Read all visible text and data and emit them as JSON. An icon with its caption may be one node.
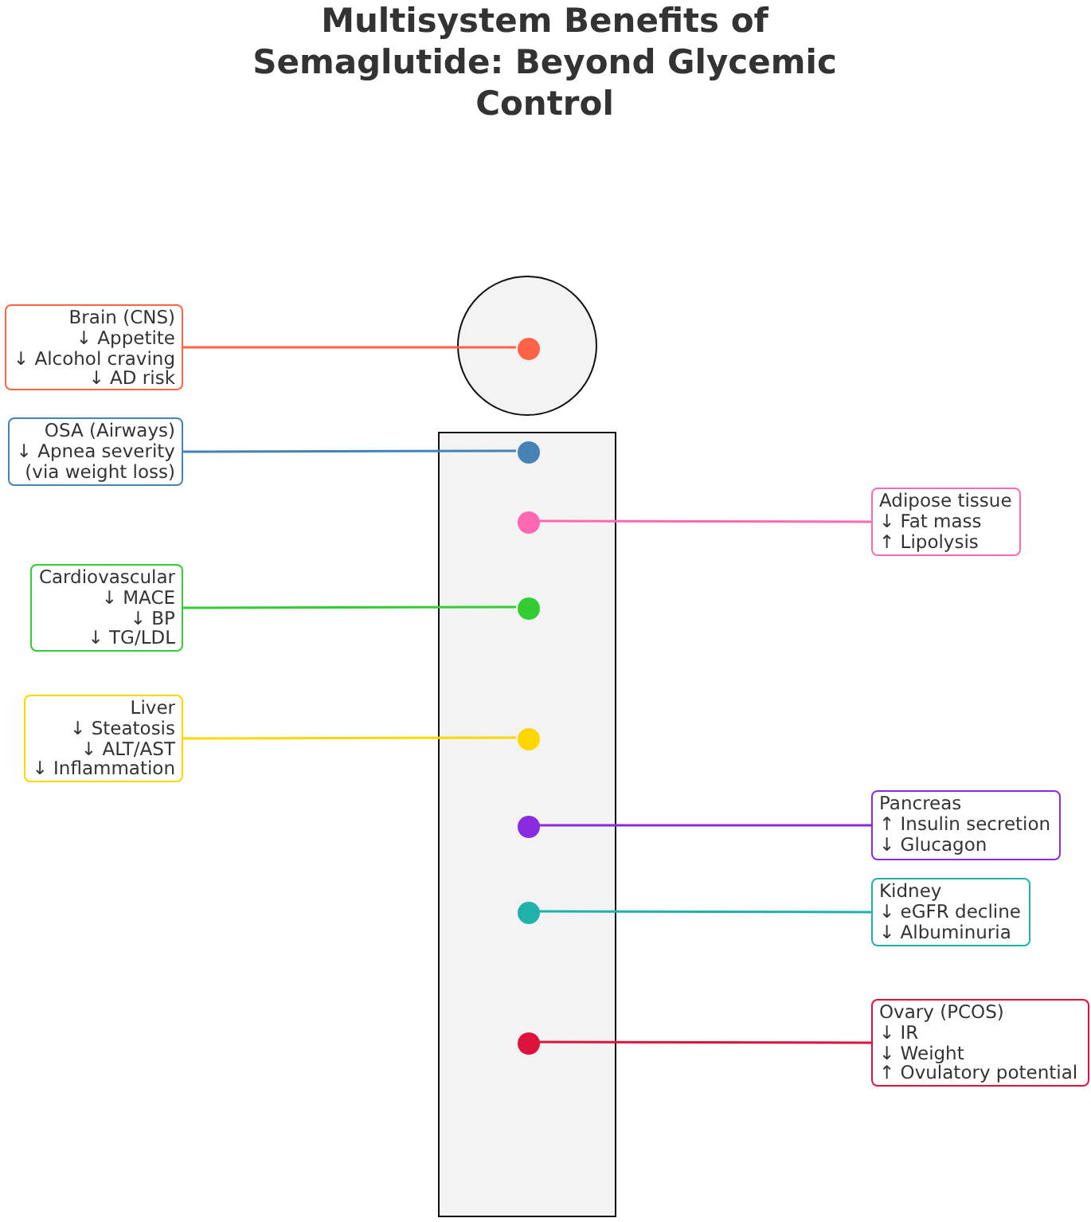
{
  "diagram": {
    "title": "Multisystem Benefits of Semaglutide: Beyond Glycemic Control",
    "nodes": [
      {
        "text": [
          "Brain (CNS)",
          "↓ Appetite",
          "↓ Alcohol craving",
          "↓ AD risk"
        ]
      },
      {
        "text": [],
        "shape": "circle"
      },
      {
        "text": [],
        "shape": "circle",
        "in": 1
      },
      {
        "text": [
          "OSA (Airways)",
          "↓ Apnea severity",
          "(via weight loss)"
        ]
      },
      {
        "text": [],
        "shape": "box"
      },
      {
        "text": [],
        "shape": "circle",
        "in": 4
      },
      {
        "text": [
          "Adipose tissue",
          "↓ Fat mass",
          "↑ Lipolysis"
        ]
      },
      {
        "text": [],
        "shape": "circle",
        "in": 4
      },
      {
        "text": [
          "Cardiovascular",
          "↓ MACE",
          "↓ BP",
          "↓ TG/LDL"
        ]
      },
      {
        "text": [],
        "shape": "circle",
        "in": 4
      },
      {
        "text": [
          "Liver",
          "↓ Steatosis",
          "↓ ALT/AST",
          "↓ Inflammation"
        ]
      },
      {
        "text": [],
        "shape": "circle",
        "in": 4
      },
      {
        "text": [
          "Pancreas",
          "↑ Insulin secretion",
          "↓ Glucagon"
        ]
      },
      {
        "text": [],
        "shape": "circle",
        "in": 4
      },
      {
        "text": [
          "Kidney",
          "↓ eGFR decline",
          "↓ Albuminuria"
        ]
      },
      {
        "text": [],
        "shape": "circle",
        "in": 4
      },
      {
        "text": [
          "Ovary (PCOS)",
          "↓ IR",
          "↓ Weight",
          "↑ Ovulatory potential"
        ]
      },
      {
        "text": [],
        "shape": "circle",
        "in": 4
      }
    ],
    "edges": [
      {
        "from": 0,
        "to": 2,
        "arrow": "none",
        "color": "#ff6347"
      },
      {
        "from": 3,
        "to": 5,
        "arrow": "none",
        "color": "#4682b4"
      },
      {
        "from": 7,
        "to": 6,
        "arrow": "none",
        "color": "#ff69b4"
      },
      {
        "from": 8,
        "to": 9,
        "arrow": "none",
        "color": "#32cd32"
      },
      {
        "from": 10,
        "to": 11,
        "arrow": "none",
        "color": "#ffd700"
      },
      {
        "from": 13,
        "to": 12,
        "arrow": "none",
        "color": "#8a2be2"
      },
      {
        "from": 15,
        "to": 14,
        "arrow": "none",
        "color": "#20b2aa"
      },
      {
        "from": 17,
        "to": 16,
        "arrow": "none",
        "color": "#dc143c"
      }
    ]
  }
}
